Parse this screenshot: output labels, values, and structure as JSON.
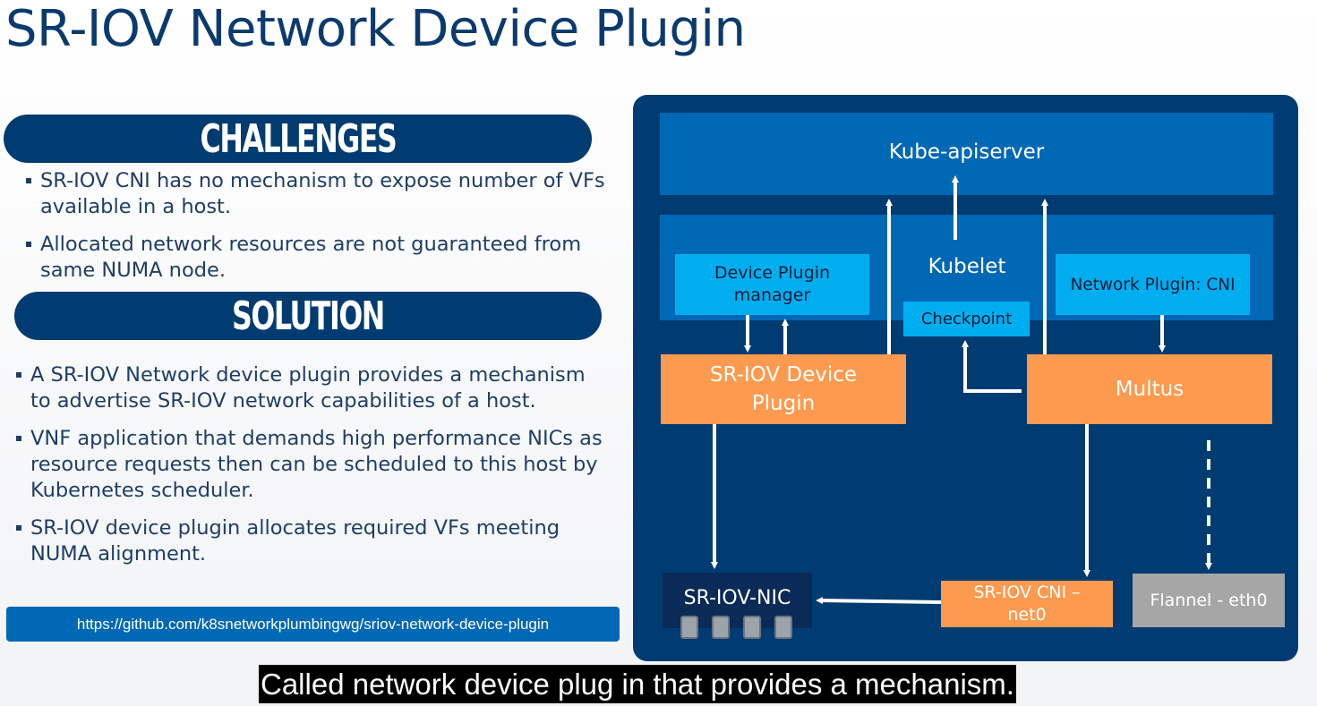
{
  "slide": {
    "title": "SR-IOV Network Device Plugin",
    "challenges": {
      "heading": "CHALLENGES",
      "items": [
        "SR-IOV CNI has no mechanism to expose number of VFs available in a host.",
        "Allocated network resources are not guaranteed from same NUMA node."
      ]
    },
    "solution": {
      "heading": "SOLUTION",
      "items": [
        "A SR-IOV Network device plugin provides a mechanism to advertise SR-IOV network capabilities of a host.",
        "VNF application that demands high performance NICs as resource requests then can be scheduled to this host by Kubernetes scheduler.",
        "SR-IOV device plugin allocates required VFs meeting NUMA alignment."
      ]
    },
    "url": "https://github.com/k8snetworkplumbingwg/sriov-network-device-plugin"
  },
  "diagram": {
    "kube_apiserver": "Kube-apiserver",
    "kubelet": "Kubelet",
    "device_plugin_manager": "Device Plugin manager",
    "network_plugin_cni": "Network Plugin: CNI",
    "checkpoint": "Checkpoint",
    "sriov_device_plugin": "SR-IOV Device Plugin",
    "multus": "Multus",
    "sriov_nic": "SR-IOV-NIC",
    "sriov_cni": "SR-IOV CNI – net0",
    "flannel": "Flannel - eth0"
  },
  "colors": {
    "title": "#0b3a6e",
    "navy": "#003c71",
    "blue": "#0068b5",
    "cyan": "#00aeef",
    "orange": "#fc9a4f",
    "grey": "#a6a6a6"
  },
  "caption": "Called network device plug in that provides a mechanism."
}
